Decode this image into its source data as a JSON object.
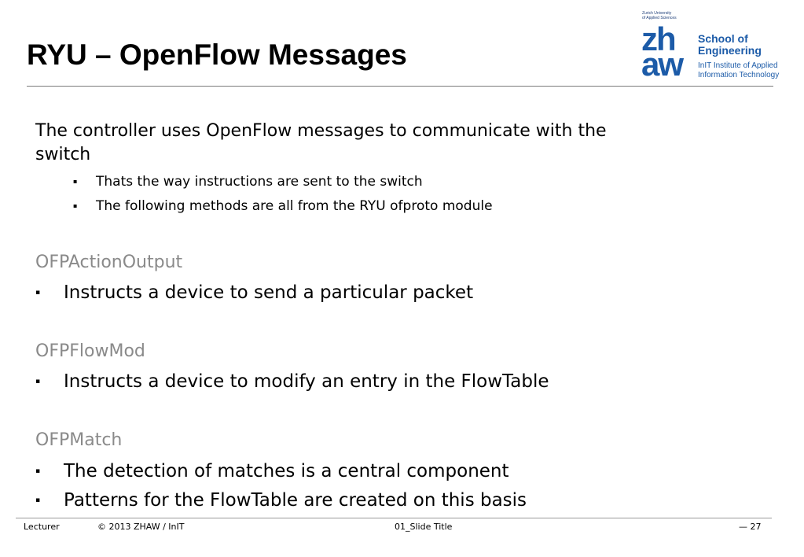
{
  "slide": {
    "title": "RYU – OpenFlow Messages"
  },
  "logo": {
    "university_line1": "Zurich University",
    "university_line2": "of Applied Sciences",
    "mark_top": "zh",
    "mark_bottom": "aw",
    "school_line1": "School of",
    "school_line2": "Engineering",
    "institute_line1": "InIT Institute of Applied",
    "institute_line2": "Information Technology",
    "brand_color": "#1c5ba8"
  },
  "intro": {
    "text": "The controller uses OpenFlow messages to communicate with the switch",
    "bullets": [
      "Thats the way instructions are sent to the switch",
      "The following methods are all from the RYU ofproto module"
    ]
  },
  "sections": [
    {
      "heading": "OFPActionOutput",
      "items": [
        "Instructs a device to send a particular packet"
      ]
    },
    {
      "heading": "OFPFlowMod",
      "items": [
        "Instructs a device to modify an entry in the FlowTable"
      ]
    },
    {
      "heading": "OFPMatch",
      "items": [
        "The detection of matches is a central component",
        "Patterns for the FlowTable are created on this basis"
      ]
    }
  ],
  "bullet_glyph": "▪",
  "heading_color": "#8a8a8a",
  "footer": {
    "lecturer": "Lecturer",
    "copyright": "©  2013  ZHAW / InIT",
    "slide_name": "01_Slide Title",
    "page": "— 27"
  }
}
